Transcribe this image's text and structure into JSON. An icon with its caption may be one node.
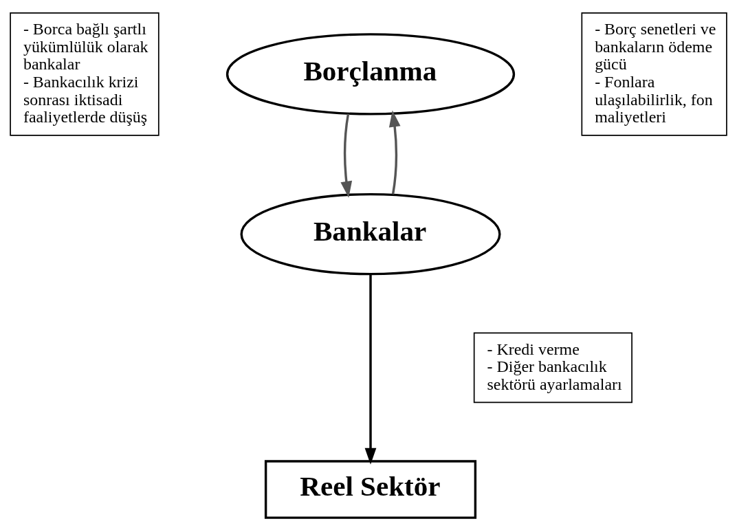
{
  "diagram": {
    "nodes": [
      {
        "text": [
          "Borçlanma"
        ]
      },
      {
        "text": [
          "Bankalar"
        ]
      },
      {
        "text": [
          "Reel Sektör"
        ]
      },
      {
        "text": [
          "- Borca bağlı şartlı yükümlülük olarak bankalar",
          "- Bankacılık krizi sonrası iktisadi faaliyetlerde düşüş"
        ]
      },
      {
        "text": [
          "- Borç senetleri ve bankaların ödeme gücü",
          "- Fonlara ulaşılabilirlik, fon maliyetleri"
        ]
      },
      {
        "text": [
          "- Kredi verme",
          "- Diğer bankacılık sektörü ayarlamaları"
        ]
      }
    ],
    "edges": [
      {
        "from": 1,
        "to": 0,
        "arrow": "to"
      },
      {
        "from": 0,
        "to": 1,
        "arrow": "to"
      },
      {
        "from": 1,
        "to": 2,
        "arrow": "to",
        "color": "#000000"
      }
    ]
  }
}
